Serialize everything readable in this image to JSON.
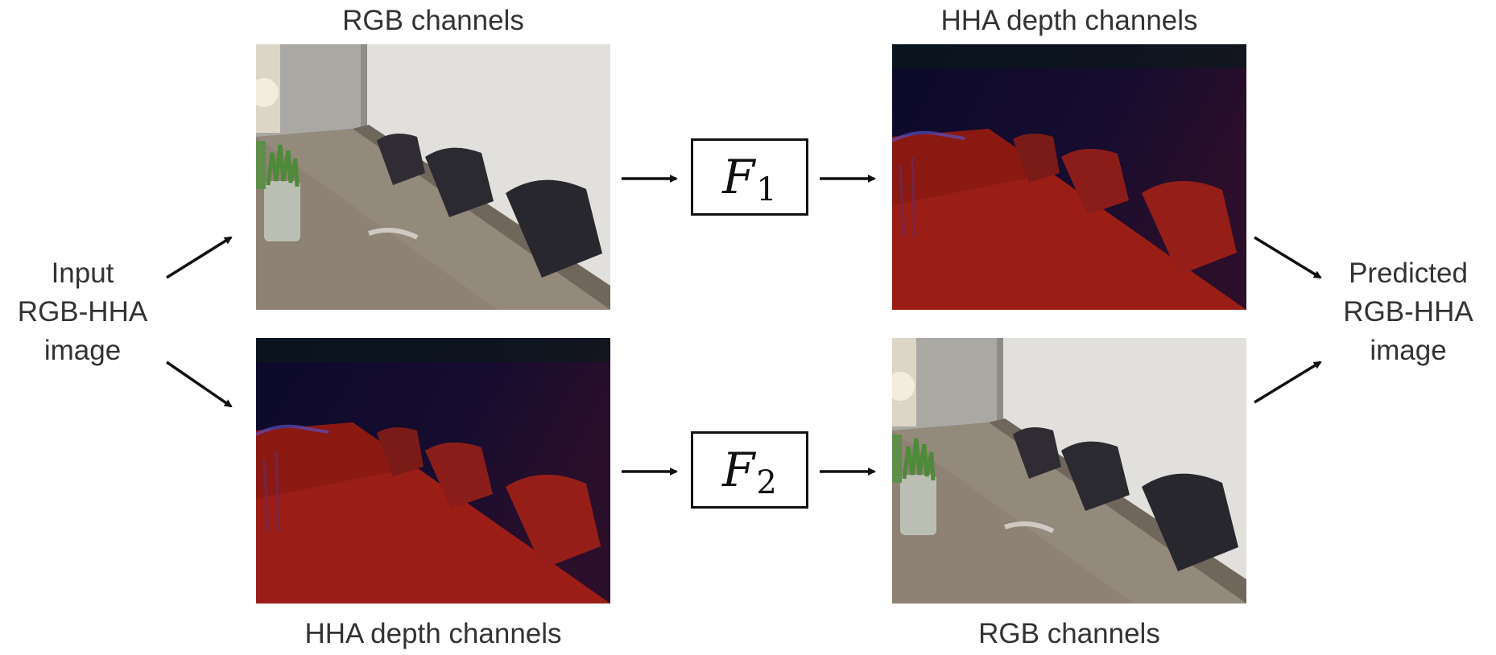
{
  "input_label": [
    "Input",
    "RGB-HHA",
    "image"
  ],
  "output_label": [
    "Predicted",
    "RGB-HHA",
    "image"
  ],
  "top_left_title": "RGB channels",
  "top_right_title": "HHA depth channels",
  "bottom_left_title": "HHA depth channels",
  "bottom_right_title": "RGB channels",
  "f1": {
    "symbol": "F",
    "subscript": "1"
  },
  "f2": {
    "symbol": "F",
    "subscript": "2"
  }
}
